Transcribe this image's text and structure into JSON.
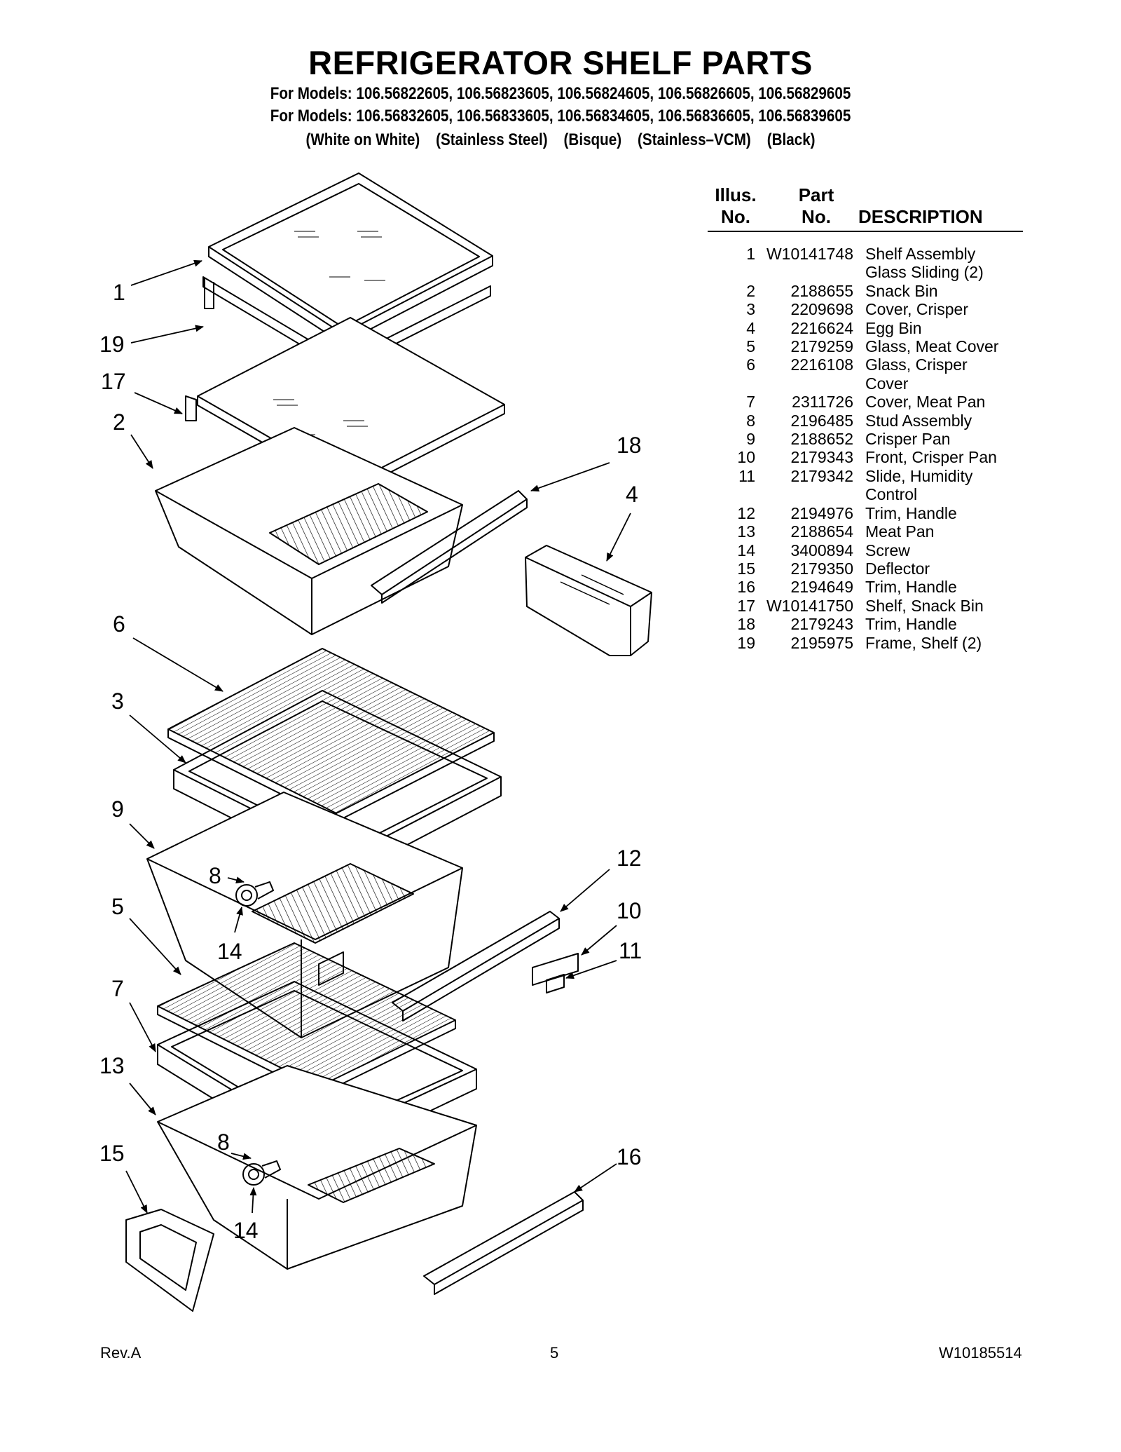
{
  "title": "REFRIGERATOR SHELF PARTS",
  "models_line_1": "For Models: 106.56822605, 106.56823605, 106.56824605, 106.56826605, 106.56829605",
  "models_line_2": "For Models: 106.56832605, 106.56833605, 106.56834605, 106.56836605, 106.56839605",
  "variants": [
    "(White on White)",
    "(Stainless Steel)",
    "(Bisque)",
    "(Stainless–VCM)",
    "(Black)"
  ],
  "table_headers": {
    "illus_line1": "Illus.",
    "illus_line2": "No.",
    "part_line1": "Part",
    "part_line2": "No.",
    "description": "DESCRIPTION"
  },
  "parts": [
    {
      "no": "1",
      "part": "W10141748",
      "desc": "Shelf Assembly\nGlass Sliding (2)"
    },
    {
      "no": "2",
      "part": "2188655",
      "desc": "Snack Bin"
    },
    {
      "no": "3",
      "part": "2209698",
      "desc": "Cover, Crisper"
    },
    {
      "no": "4",
      "part": "2216624",
      "desc": "Egg Bin"
    },
    {
      "no": "5",
      "part": "2179259",
      "desc": "Glass, Meat Cover"
    },
    {
      "no": "6",
      "part": "2216108",
      "desc": "Glass, Crisper\nCover"
    },
    {
      "no": "7",
      "part": "2311726",
      "desc": "Cover, Meat Pan"
    },
    {
      "no": "8",
      "part": "2196485",
      "desc": "Stud Assembly"
    },
    {
      "no": "9",
      "part": "2188652",
      "desc": "Crisper Pan"
    },
    {
      "no": "10",
      "part": "2179343",
      "desc": "Front, Crisper Pan"
    },
    {
      "no": "11",
      "part": "2179342",
      "desc": "Slide, Humidity\nControl"
    },
    {
      "no": "12",
      "part": "2194976",
      "desc": "Trim, Handle"
    },
    {
      "no": "13",
      "part": "2188654",
      "desc": "Meat Pan"
    },
    {
      "no": "14",
      "part": "3400894",
      "desc": "Screw"
    },
    {
      "no": "15",
      "part": "2179350",
      "desc": "Deflector"
    },
    {
      "no": "16",
      "part": "2194649",
      "desc": "Trim, Handle"
    },
    {
      "no": "17",
      "part": "W10141750",
      "desc": "Shelf, Snack Bin"
    },
    {
      "no": "18",
      "part": "2179243",
      "desc": "Trim, Handle"
    },
    {
      "no": "19",
      "part": "2195975",
      "desc": "Frame, Shelf (2)"
    }
  ],
  "callouts": {
    "c1": "1",
    "c19": "19",
    "c17": "17",
    "c2": "2",
    "c18": "18",
    "c4": "4",
    "c6": "6",
    "c3": "3",
    "c9": "9",
    "c8a": "8",
    "c12": "12",
    "c5": "5",
    "c10": "10",
    "c14a": "14",
    "c11": "11",
    "c7": "7",
    "c13": "13",
    "c8b": "8",
    "c15": "15",
    "c16": "16",
    "c14b": "14"
  },
  "footer": {
    "revision": "Rev.A",
    "page_number": "5",
    "document_number": "W10185514"
  }
}
